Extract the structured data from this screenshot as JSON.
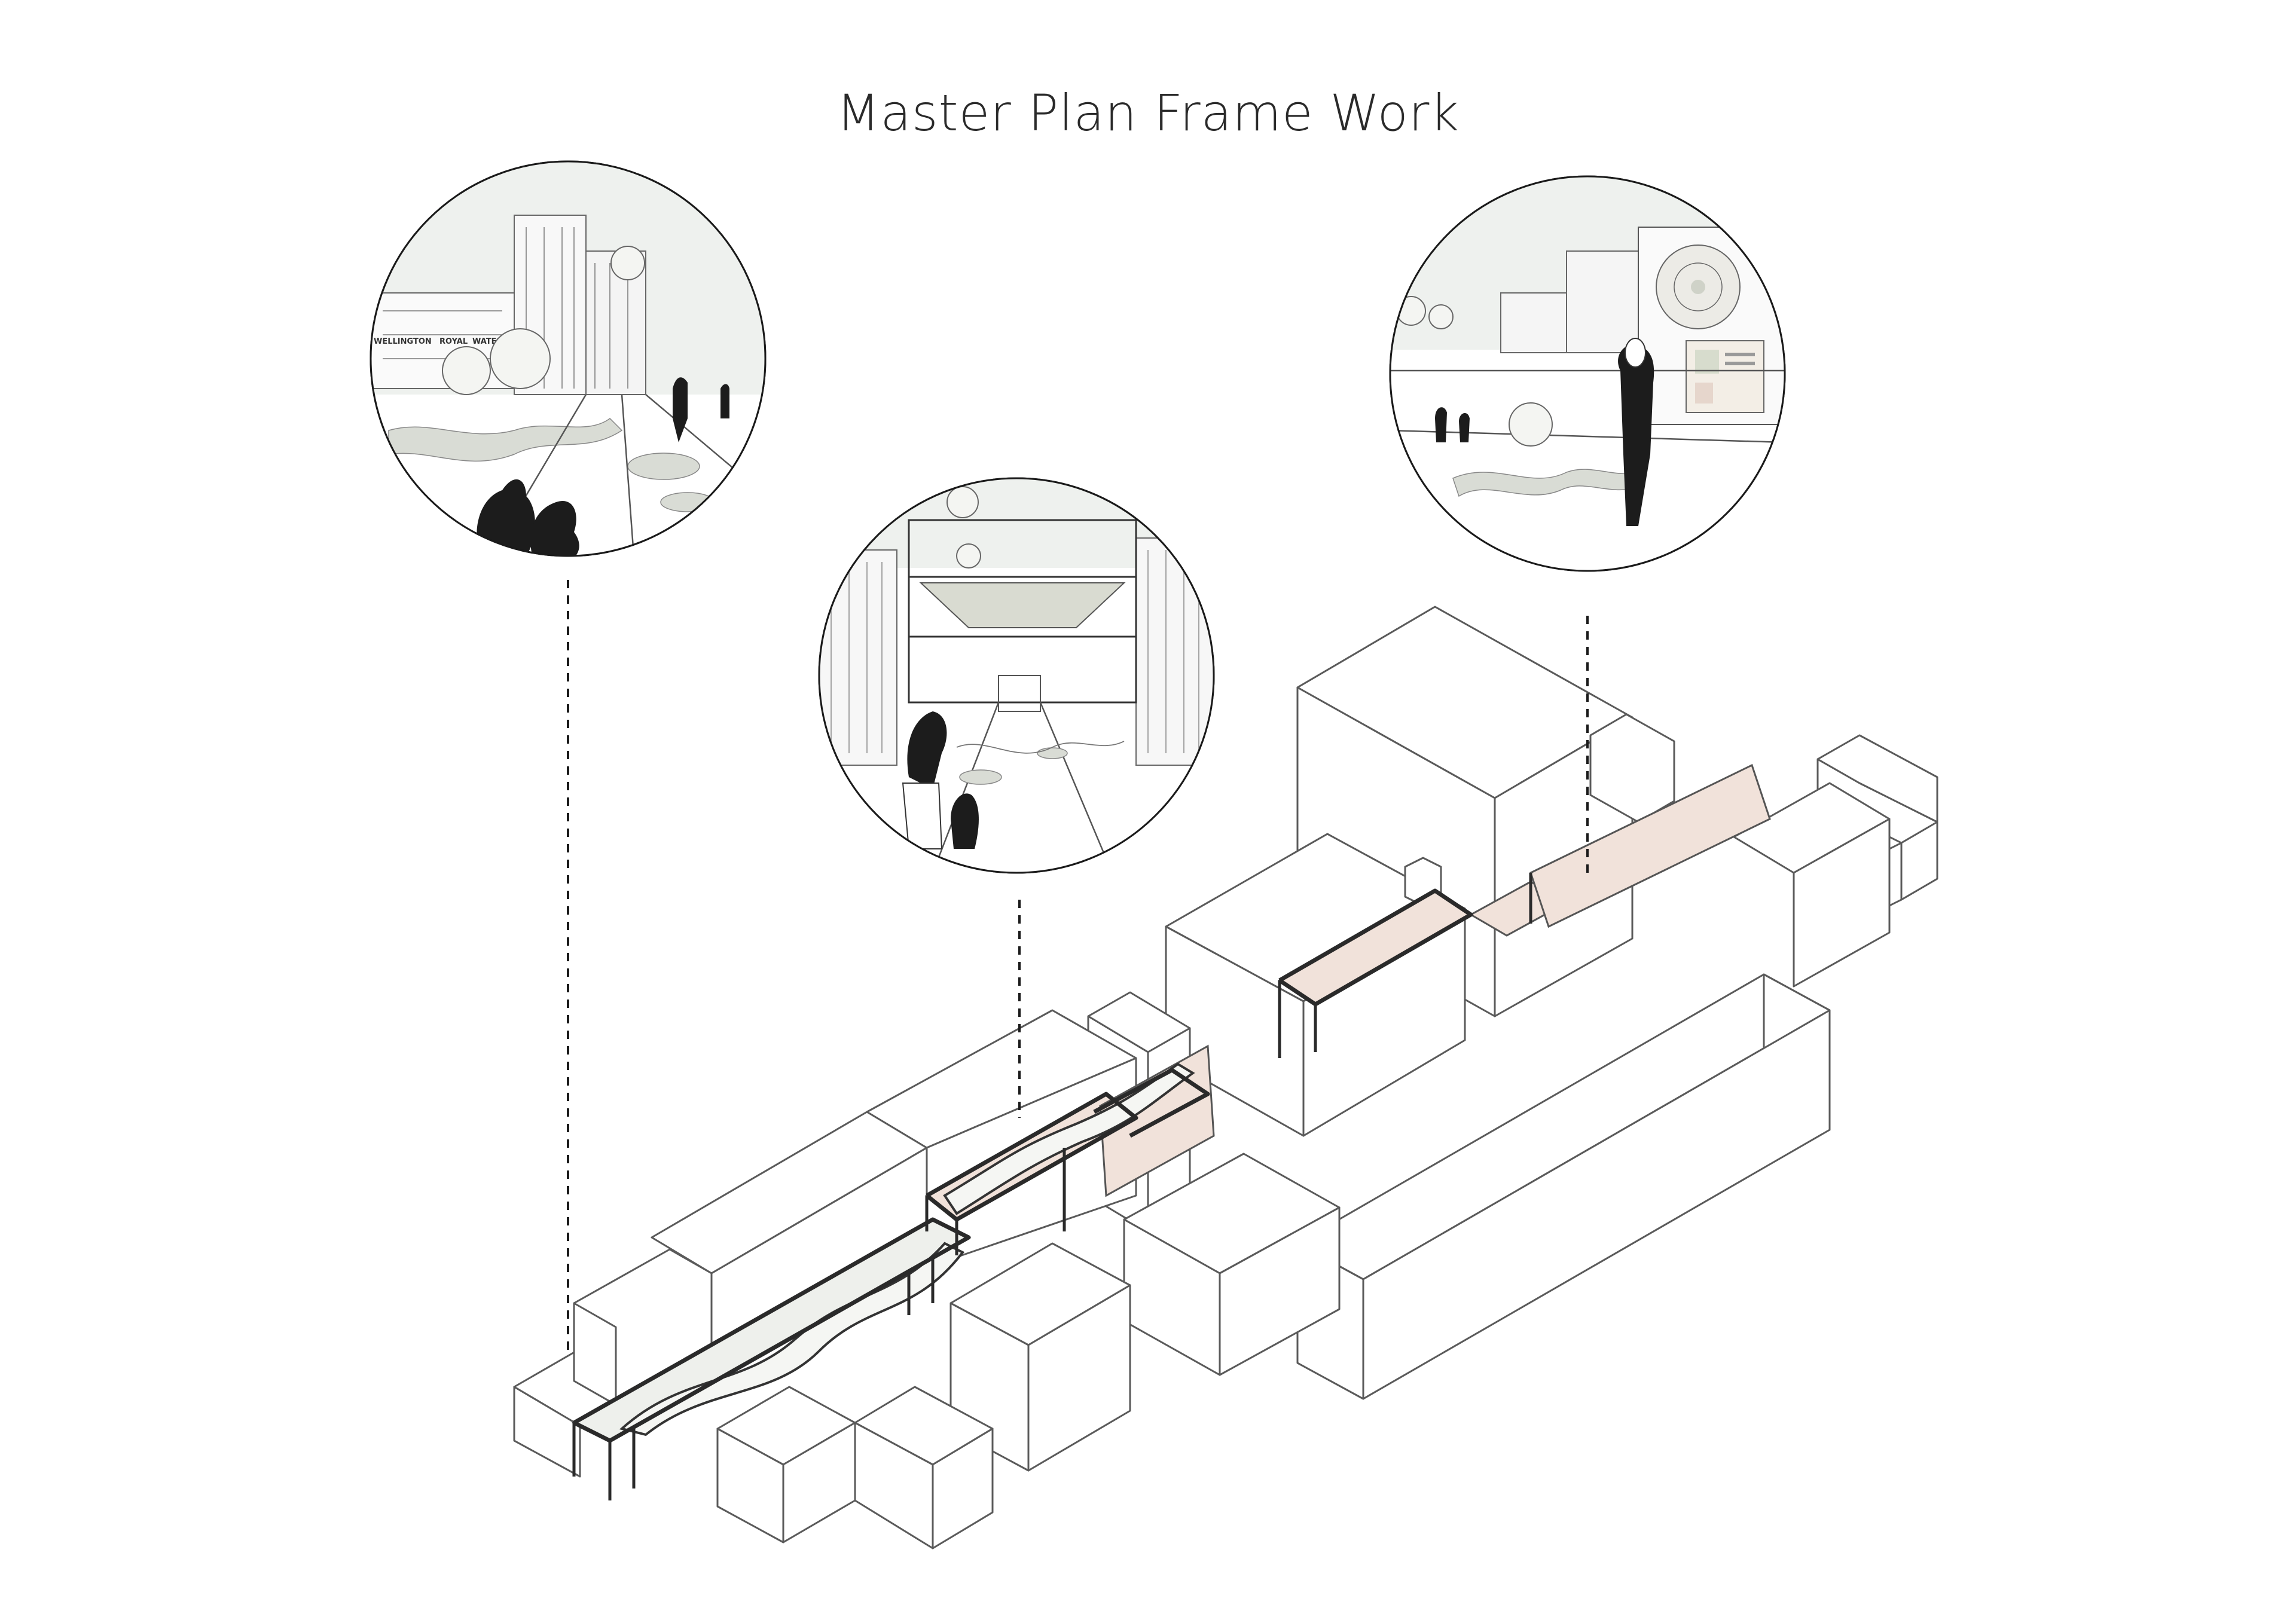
{
  "title": "Master Plan Frame Work",
  "vignettes": [
    {
      "name": "street-vignette",
      "signs": [
        "WELLINGTON",
        "ROYAL",
        "WATERLOO"
      ]
    },
    {
      "name": "atrium-vignette",
      "signs": []
    },
    {
      "name": "gallery-vignette",
      "signs": []
    }
  ],
  "colors": {
    "line": "#5a5a5a",
    "accent_pink": "#f1e2da",
    "deck_green": "#eef0ec",
    "frame": "#2a2a2a"
  }
}
